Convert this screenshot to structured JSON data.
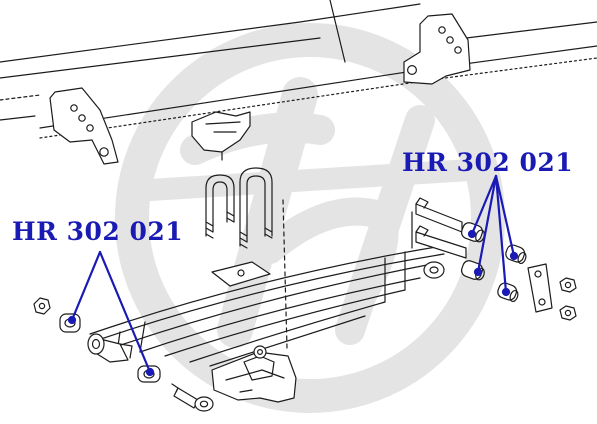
{
  "callouts": {
    "left_part_number": "HR 302 021",
    "right_part_number": "HR 302 021"
  },
  "colors": {
    "callout": "#1a1ab4",
    "line_art": "#1c1c1c",
    "watermark": "#e4e4e4",
    "background": "#ffffff"
  },
  "watermark": {
    "icon": "brand-logo-watermark"
  }
}
